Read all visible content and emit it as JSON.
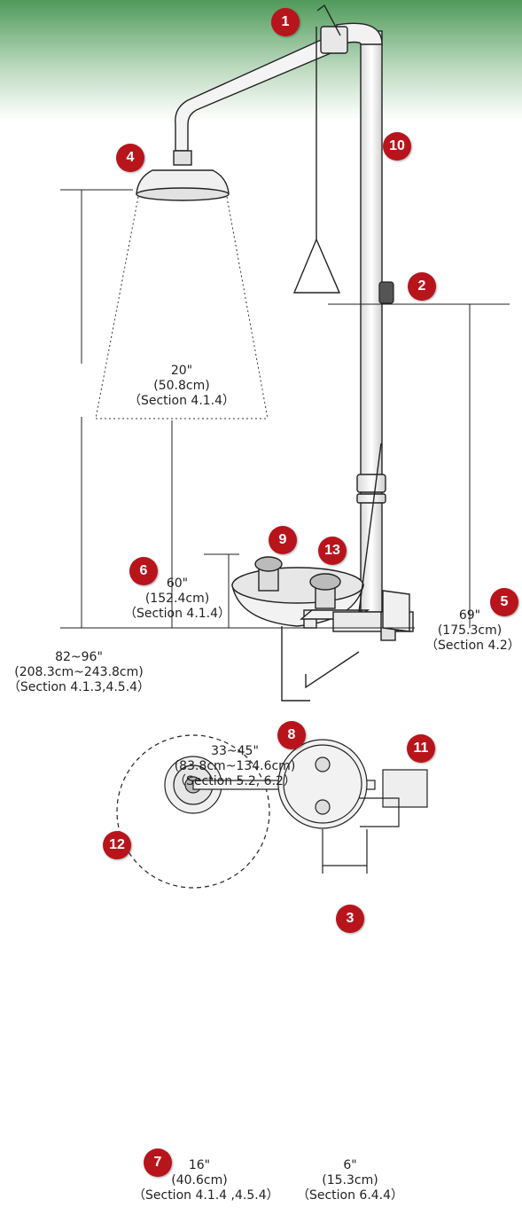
{
  "colors": {
    "badge": "#b8141c",
    "header_green": "#4f9a5a",
    "line": "#222222"
  },
  "badges": [
    "1",
    "2",
    "3",
    "4",
    "5",
    "6",
    "7",
    "8",
    "9",
    "10",
    "11",
    "12",
    "13"
  ],
  "dimensions": {
    "shower_cone": {
      "value": "20\"",
      "metric": "(50.8cm)",
      "section": "（Section 4.1.4）"
    },
    "eyewash_height": {
      "value": "60\"",
      "metric": "(152.4cm)",
      "section": "（Section 4.1.4）"
    },
    "shower_height": {
      "value": "82~96\"",
      "metric": "(208.3cm~243.8cm)",
      "section": "（Section 4.1.3,4.5.4）"
    },
    "valve_height": {
      "value": "69\"",
      "metric": "(175.3cm)",
      "section": "（Section 4.2）"
    },
    "bowl_height": {
      "value": "33~45\"",
      "metric": "(83.8cm~134.6cm)",
      "section": "（Section 5.2, 6.2）"
    },
    "clear_diameter": {
      "value": "16\"",
      "metric": "(40.6cm)",
      "section": "（Section 4.1.4 ,4.5.4）"
    },
    "bowl_offset": {
      "value": "6\"",
      "metric": "(15.3cm)",
      "section": "（Section 6.4.4）"
    }
  }
}
